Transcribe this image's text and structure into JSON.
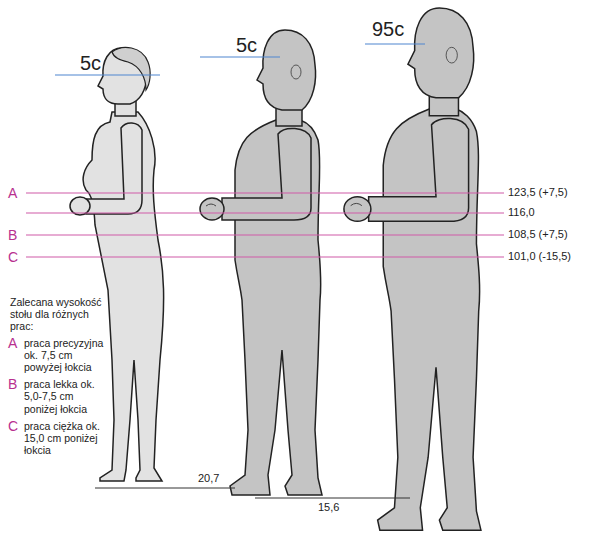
{
  "diagram": {
    "labels": [
      "5c",
      "5c",
      "95c",
      "A",
      "B",
      "C",
      "123,5 (+7,5)",
      "116,0",
      "108,5 (+7,5)",
      "101,0 (-15,5)",
      "Zalecana wysokość stołu dla różnych prac:",
      "A",
      "praca precyzyjna ok. 7,5 cm powyżej łokcia",
      "B",
      "praca lekka ok. 5,0-7,5 cm poniżej łokcia",
      "C",
      "praca ciężka ok. 15,0 cm poniżej łokcia",
      "20,7",
      "15,6"
    ]
  }
}
